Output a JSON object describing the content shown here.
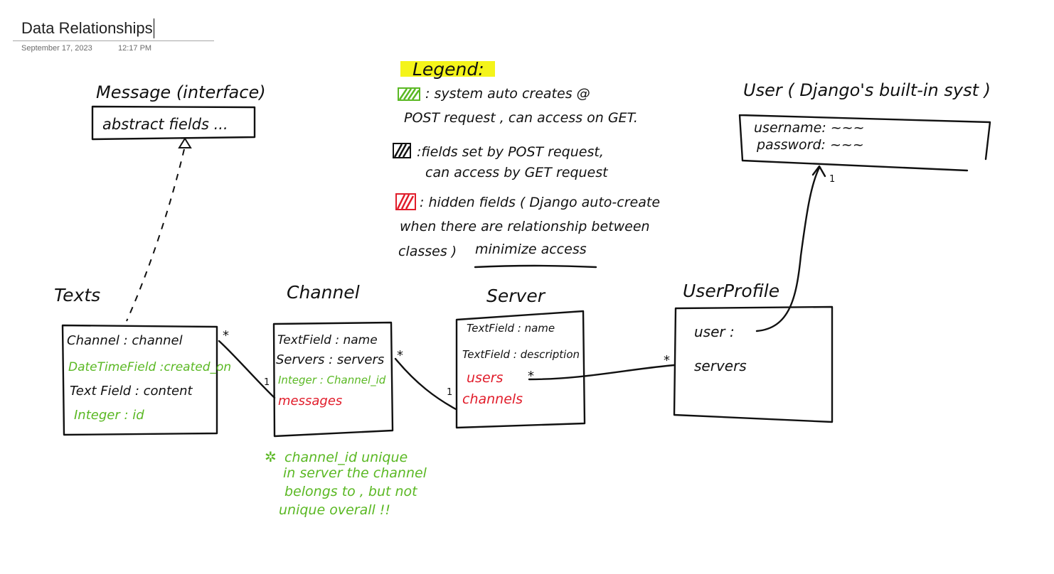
{
  "page": {
    "title": "Data Relationships",
    "date": "September 17, 2023",
    "time": "12:17 PM"
  },
  "colors": {
    "ink": "#111111",
    "system_auto": "#5ab823",
    "hidden": "#e11c2a",
    "highlight": "#f4f41a"
  },
  "legend": {
    "title": "Legend:",
    "green_line1": ": system auto creates @",
    "green_line2": "POST request , can access on GET.",
    "black_line1": ":fields set by POST request,",
    "black_line2": "can access by GET request",
    "red_line1": ": hidden fields ( Django auto-create",
    "red_line2": "when there are relationship between",
    "red_line3": "classes )",
    "red_underlined": "minimize access"
  },
  "message": {
    "title": "Message (interface)",
    "fields": "abstract fields ..."
  },
  "user": {
    "title": "User ( Django's built-in syst )",
    "username": "username: ~~~",
    "password": "password: ~~~"
  },
  "texts": {
    "title": "Texts",
    "f1": "Channel : channel",
    "f2": "DateTimeField :created_on",
    "f3": "Text Field : content",
    "f4": "Integer : id"
  },
  "channel": {
    "title": "Channel",
    "f1": "TextField : name",
    "f2": "Servers : servers",
    "f3": "Integer : Channel_id",
    "f4": "messages"
  },
  "server": {
    "title": "Server",
    "f1": "TextField : name",
    "f2": "TextField : description",
    "f3": "users",
    "f4": "channels"
  },
  "userprofile": {
    "title": "UserProfile",
    "f1": "user :",
    "f2": "servers"
  },
  "multiplicity": {
    "many": "*",
    "one": "1"
  },
  "note": {
    "line1": "channel_id unique",
    "line2": "in server the channel",
    "line3": "belongs to , but not",
    "line4": "unique overall !!"
  }
}
